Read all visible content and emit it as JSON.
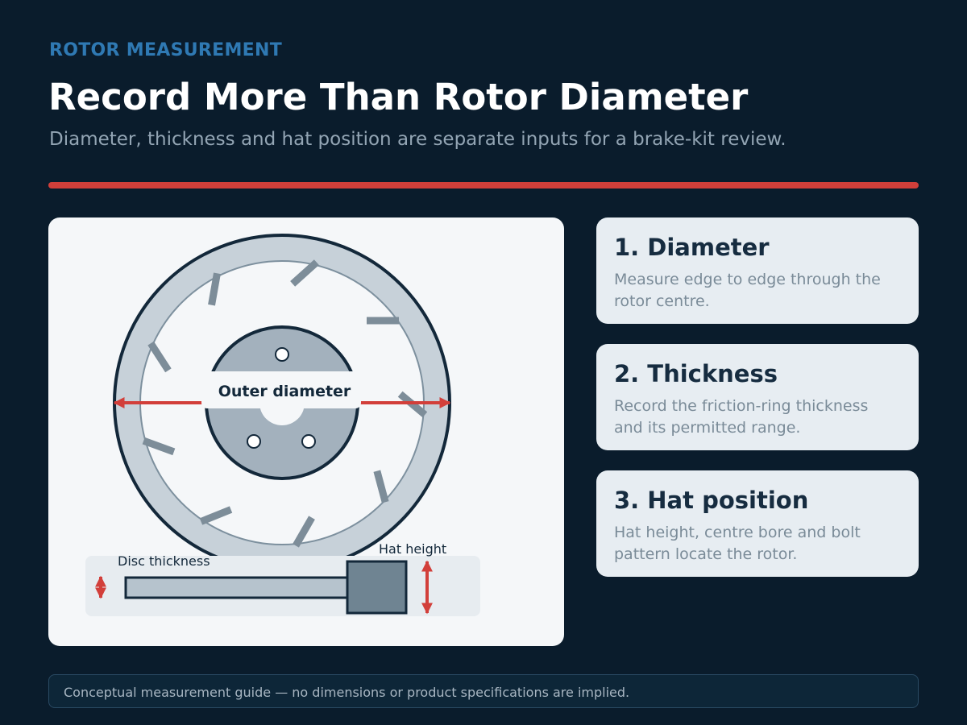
{
  "header": {
    "eyebrow": "ROTOR MEASUREMENT",
    "title": "Record More Than Rotor Diameter",
    "subtitle": "Diameter, thickness and hat position are separate inputs for a brake-kit review."
  },
  "diagram": {
    "outer_diameter_label": "Outer diameter",
    "disc_thickness_label": "Disc thickness",
    "hat_height_label": "Hat height",
    "colors": {
      "arrow": "#d23f3a",
      "rotor_ring": "#c7d1d9",
      "hub": "#a3b1bd",
      "outline": "#13283a"
    }
  },
  "steps": [
    {
      "title": "1. Diameter",
      "body": "Measure edge to edge through the rotor centre."
    },
    {
      "title": "2. Thickness",
      "body": "Record the friction-ring thickness and its permitted range."
    },
    {
      "title": "3. Hat position",
      "body": "Hat height, centre bore and bolt pattern locate the rotor."
    }
  ],
  "footer": {
    "note": "Conceptual measurement guide — no dimensions or product specifications are implied."
  }
}
